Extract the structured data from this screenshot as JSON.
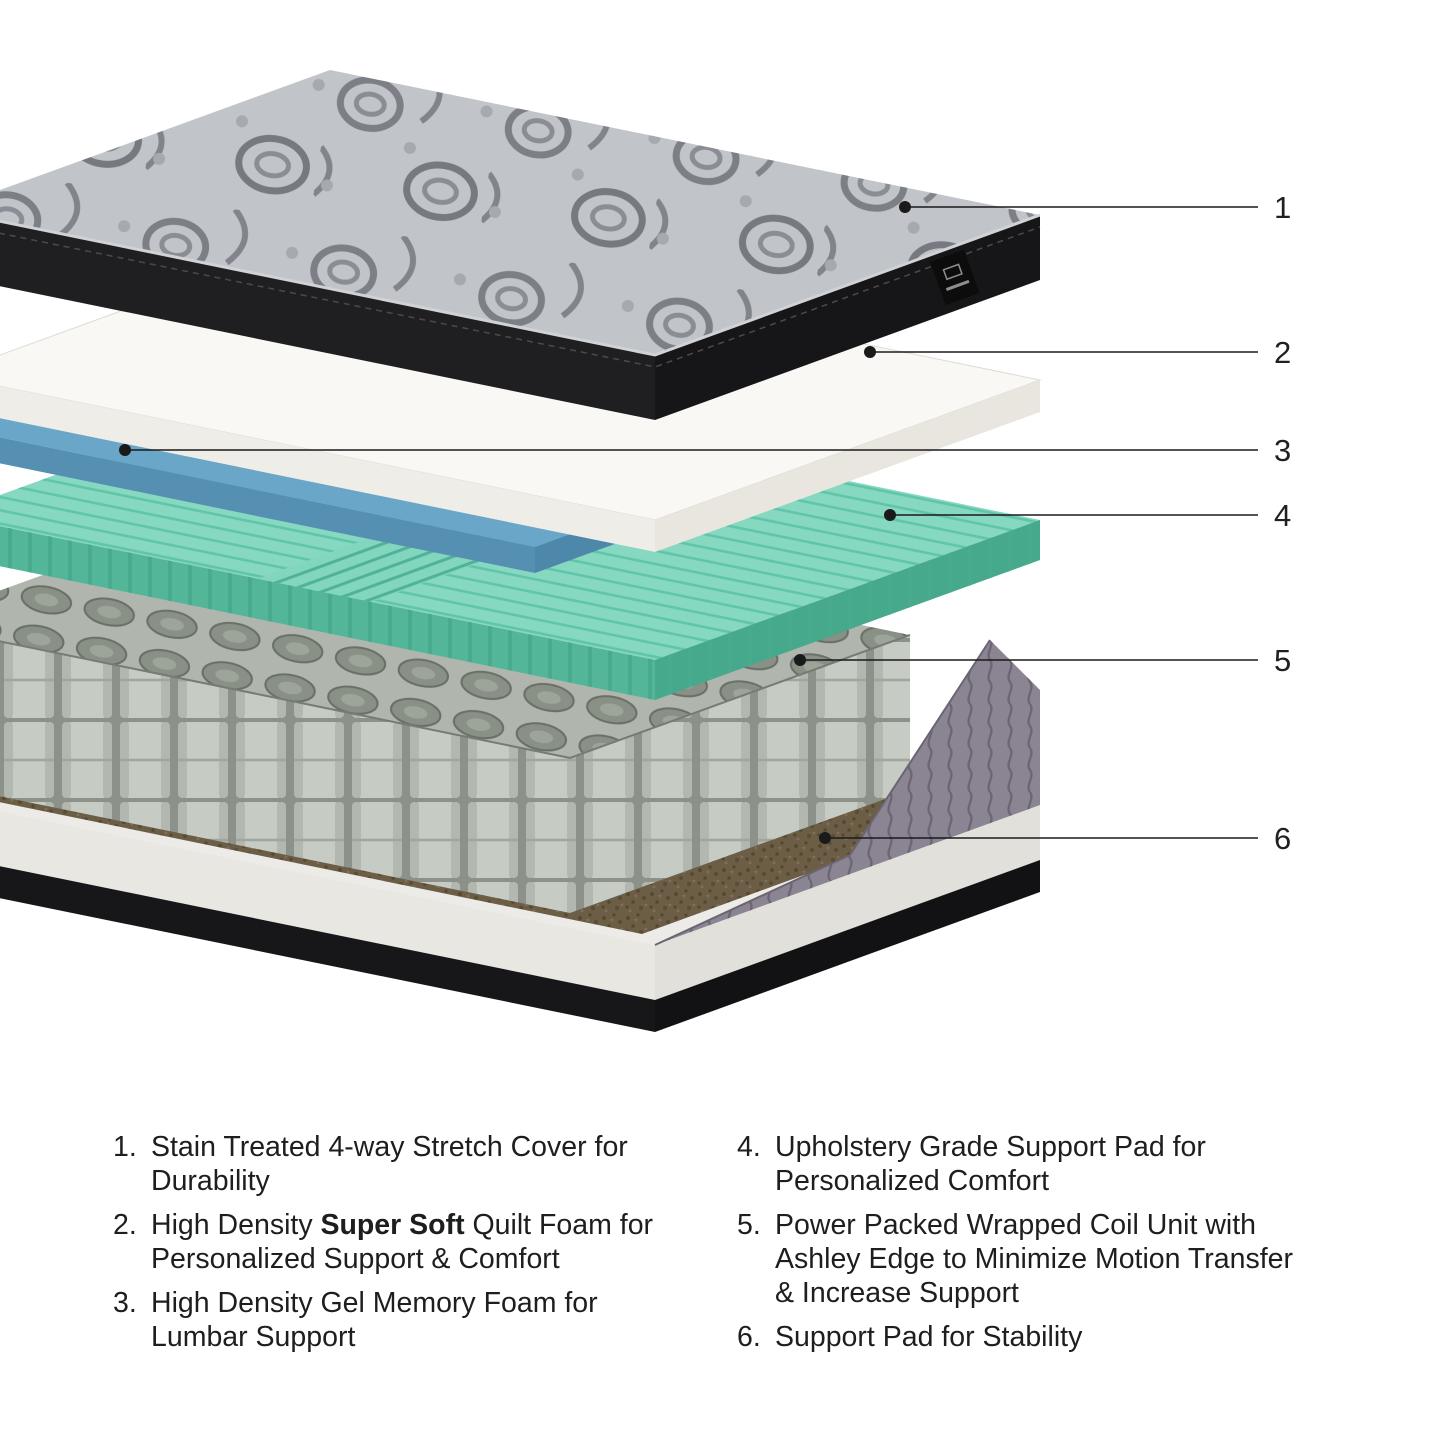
{
  "figure": {
    "name": "mattress-cutaway-diagram",
    "callouts": [
      {
        "number": "1"
      },
      {
        "number": "2"
      },
      {
        "number": "3"
      },
      {
        "number": "4"
      },
      {
        "number": "5"
      },
      {
        "number": "6"
      }
    ],
    "layers": [
      {
        "id": 1,
        "name": "quilted-stretch-cover",
        "color": "#c1c4c8"
      },
      {
        "id": 2,
        "name": "super-soft-quilt-foam",
        "color": "#f7f6f1"
      },
      {
        "id": 3,
        "name": "gel-memory-foam",
        "color": "#69a6c8"
      },
      {
        "id": 4,
        "name": "convoluted-support-pad",
        "color": "#86d8c0"
      },
      {
        "id": 5,
        "name": "wrapped-coil-unit",
        "color": "#b0b5ae"
      },
      {
        "id": 6,
        "name": "base-support-pad",
        "color": "#6b5d46"
      }
    ]
  },
  "legend": {
    "left": [
      {
        "number": "1.",
        "segments": [
          {
            "text": "Stain Treated 4-way Stretch Cover for Durability"
          }
        ]
      },
      {
        "number": "2.",
        "segments": [
          {
            "text": "High Density "
          },
          {
            "text": "Super Soft",
            "bold": true
          },
          {
            "text": " Quilt Foam for Personalized Support & Comfort"
          }
        ]
      },
      {
        "number": "3.",
        "segments": [
          {
            "text": "High Density Gel Memory Foam for Lumbar Support"
          }
        ]
      }
    ],
    "right": [
      {
        "number": "4.",
        "segments": [
          {
            "text": "Upholstery Grade Support Pad for Personalized Comfort"
          }
        ]
      },
      {
        "number": "5.",
        "segments": [
          {
            "text": "Power Packed Wrapped Coil Unit with Ashley Edge to Minimize Motion Transfer & Increase Support"
          }
        ]
      },
      {
        "number": "6.",
        "segments": [
          {
            "text": "Support Pad for Stability"
          }
        ]
      }
    ]
  }
}
